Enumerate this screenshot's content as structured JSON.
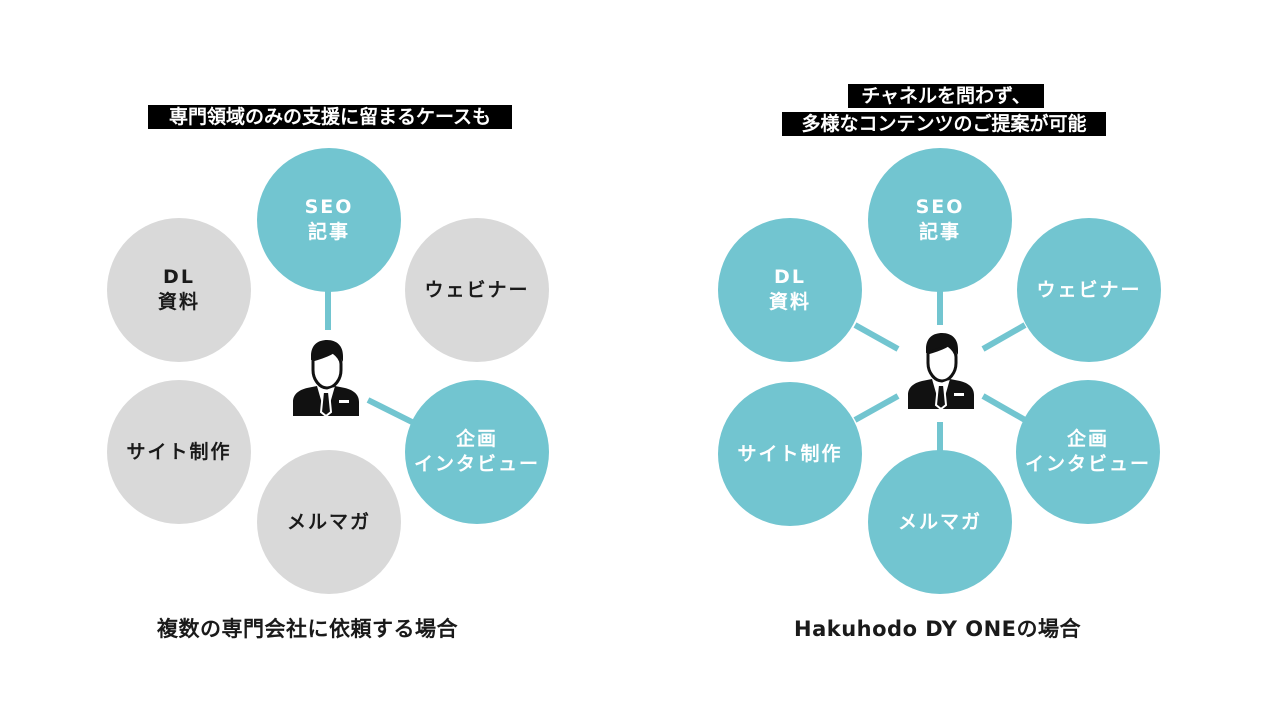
{
  "colors": {
    "teal": "#72c5d0",
    "gray": "#d9d9d9",
    "caption_bg": "#000000",
    "caption_text": "#ffffff",
    "text_dark": "#1a1a1a",
    "connector": "#72c5d0"
  },
  "left_panel": {
    "caption": "専門領域のみの支援に留まるケースも",
    "footer": "複数の専門会社に依頼する場合",
    "center_icon": "businessman-icon",
    "nodes": [
      {
        "label": "SEO\n記事",
        "style": "teal",
        "connected": true
      },
      {
        "label": "ウェビナー",
        "style": "gray",
        "connected": false
      },
      {
        "label": "企画\nインタビュー",
        "style": "teal",
        "connected": true
      },
      {
        "label": "メルマガ",
        "style": "gray",
        "connected": false
      },
      {
        "label": "サイト制作",
        "style": "gray",
        "connected": false
      },
      {
        "label": "DL\n資料",
        "style": "gray",
        "connected": false
      }
    ]
  },
  "right_panel": {
    "caption_line1": "チャネルを問わず、",
    "caption_line2": "多様なコンテンツのご提案が可能",
    "footer": "Hakuhodo DY ONEの場合",
    "center_icon": "businessman-icon",
    "nodes": [
      {
        "label": "SEO\n記事",
        "style": "teal",
        "connected": true
      },
      {
        "label": "ウェビナー",
        "style": "teal",
        "connected": true
      },
      {
        "label": "企画\nインタビュー",
        "style": "teal",
        "connected": true
      },
      {
        "label": "メルマガ",
        "style": "teal",
        "connected": true
      },
      {
        "label": "サイト制作",
        "style": "teal",
        "connected": true
      },
      {
        "label": "DL\n資料",
        "style": "teal",
        "connected": true
      }
    ]
  }
}
